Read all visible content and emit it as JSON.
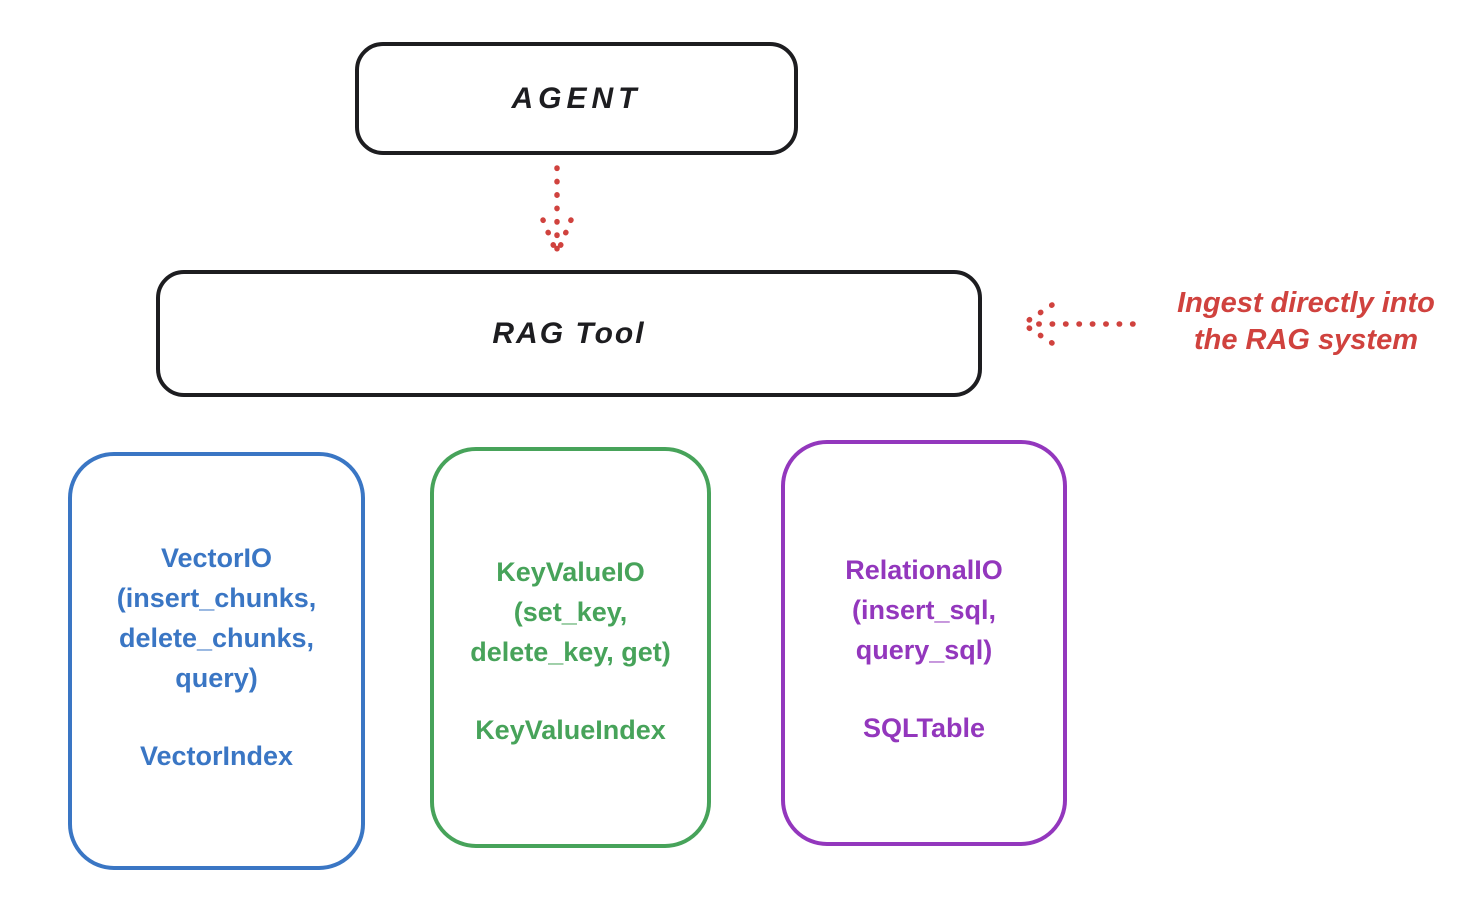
{
  "colors": {
    "black": "#1d1d20",
    "red": "#d0423e",
    "blue": "#3a76c4",
    "green": "#47a35a",
    "purple": "#9337bd"
  },
  "agent": {
    "label": "AGENT"
  },
  "rag_tool": {
    "label": "RAG Tool"
  },
  "annotation": {
    "line1": "Ingest directly into",
    "line2": "the RAG system"
  },
  "nodes": [
    {
      "id": "vector-io",
      "color": "#3a76c4",
      "title_lines": [
        "VectorIO",
        "(insert_chunks,",
        "delete_chunks,",
        "query)"
      ],
      "index_label": "VectorIndex"
    },
    {
      "id": "keyvalue-io",
      "color": "#47a35a",
      "title_lines": [
        "KeyValueIO",
        "(set_key,",
        "delete_key, get)"
      ],
      "index_label": "KeyValueIndex"
    },
    {
      "id": "relational-io",
      "color": "#9337bd",
      "title_lines": [
        "RelationalIO",
        "(insert_sql,",
        "query_sql)"
      ],
      "index_label": "SQLTable"
    }
  ]
}
